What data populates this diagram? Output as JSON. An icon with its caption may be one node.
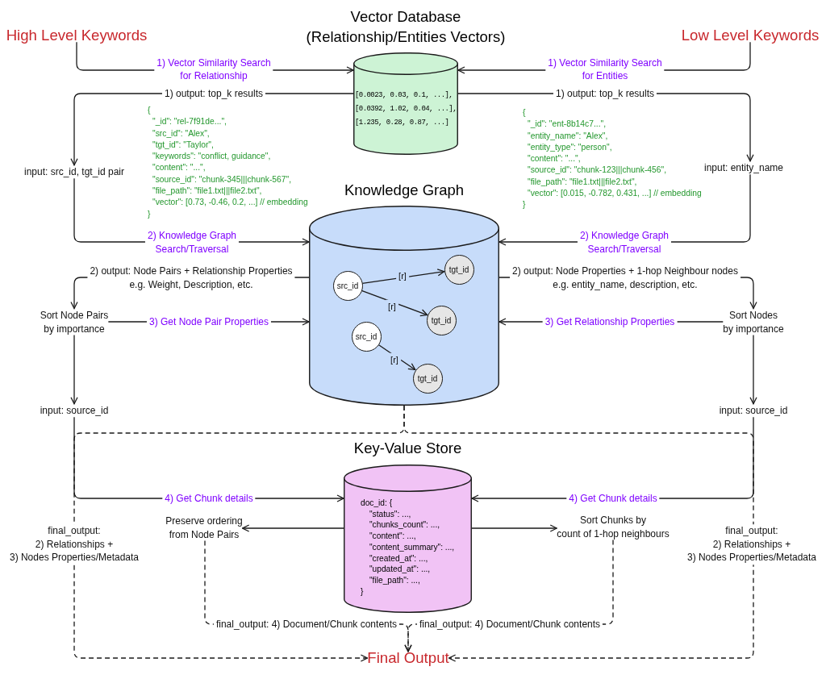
{
  "diagram": {
    "nodes": [
      {
        "text": [
          "High Level Keywords"
        ]
      },
      {
        "text": [
          "Low Level Keywords"
        ]
      },
      {
        "text": [
          "Vector Database (Relationship/Entities Vectors)",
          "[0.0023, 0.03, 0.1, ...], [0.0392, 1.02, 0.04, ...], [1.235, 0.28, 0.87, ...]"
        ]
      },
      {
        "text": [
          "input: src_id, tgt_id pair"
        ]
      },
      {
        "text": [
          "input: entity_name"
        ]
      },
      {
        "text": [
          "Knowledge Graph"
        ]
      },
      {
        "text": [
          "src_id"
        ],
        "in": 5
      },
      {
        "text": [
          "tgt_id"
        ],
        "in": 5
      },
      {
        "text": [
          "tgt_id"
        ],
        "in": 5
      },
      {
        "text": [
          "src_id"
        ],
        "in": 5
      },
      {
        "text": [
          "tgt_id"
        ],
        "in": 5
      },
      {
        "text": [
          "Sort Node Pairs by importance"
        ]
      },
      {
        "text": [
          "Sort Nodes by importance"
        ]
      },
      {
        "text": [
          "input: source_id"
        ]
      },
      {
        "text": [
          "input: source_id"
        ]
      },
      {
        "text": [
          "Key-Value Store",
          "doc_id: { \"status\": ..., \"chunks_count\": ..., \"content\": ..., \"content_summary\": ..., \"created_at\": ..., \"updated_at\": ..., \"file_path\": ..., }"
        ]
      },
      {
        "text": [
          "Preserve ordering from Node Pairs"
        ]
      },
      {
        "text": [
          "Sort Chunks by count of 1-hop neighbours"
        ]
      },
      {
        "text": [
          "Final Output"
        ]
      }
    ],
    "edges": [
      {
        "from": 0,
        "to": 2,
        "arrow": "to",
        "label": "1) Vector Similarity Search for Relationship"
      },
      {
        "from": 1,
        "to": 2,
        "arrow": "to",
        "label": "1) Vector Similarity Search for Entities"
      },
      {
        "from": 2,
        "to": 3,
        "arrow": "to",
        "label": "1) output: top_k results"
      },
      {
        "from": 2,
        "to": 4,
        "arrow": "to",
        "label": "1) output: top_k results"
      },
      {
        "from": 3,
        "to": 5,
        "arrow": "to",
        "label": "2) Knowledge Graph Search/Traversal"
      },
      {
        "from": 4,
        "to": 5,
        "arrow": "to",
        "label": "2) Knowledge Graph Search/Traversal"
      },
      {
        "from": 5,
        "to": 11,
        "arrow": "to",
        "label": "2) output: Node Pairs + Relationship Properties e.g. Weight, Description, etc."
      },
      {
        "from": 5,
        "to": 12,
        "arrow": "to",
        "label": "2) output: Node Properties + 1-hop Neighbour nodes e.g. entity_name, description, etc."
      },
      {
        "from": 11,
        "to": 5,
        "arrow": "to",
        "label": "3) Get Node Pair Properties"
      },
      {
        "from": 12,
        "to": 5,
        "arrow": "to",
        "label": "3) Get Relationship Properties"
      },
      {
        "from": 11,
        "to": 13,
        "arrow": "to"
      },
      {
        "from": 12,
        "to": 14,
        "arrow": "to"
      },
      {
        "from": 13,
        "to": 15,
        "arrow": "to",
        "label": "4) Get Chunk details"
      },
      {
        "from": 14,
        "to": 15,
        "arrow": "to",
        "label": "4) Get Chunk details"
      },
      {
        "from": 15,
        "to": 16,
        "arrow": "to"
      },
      {
        "from": 15,
        "to": 17,
        "arrow": "to"
      },
      {
        "from": 16,
        "to": 18,
        "arrow": "to",
        "label": "final_output: 4) Document/Chunk contents",
        "style": "dashed"
      },
      {
        "from": 17,
        "to": 18,
        "arrow": "to",
        "label": "final_output: 4) Document/Chunk contents",
        "style": "dashed"
      },
      {
        "from": 5,
        "to": 18,
        "arrow": "to",
        "label": "final_output: 2) Relationships + 3) Nodes Properties/Metadata",
        "style": "dashed"
      },
      {
        "from": 5,
        "to": 18,
        "arrow": "to",
        "label": "final_output: 2) Relationships + 3) Nodes Properties/Metadata",
        "style": "dashed"
      },
      {
        "from": 6,
        "to": 7,
        "arrow": "to",
        "label": "[r]"
      },
      {
        "from": 6,
        "to": 8,
        "arrow": "to",
        "label": "[r]"
      },
      {
        "from": 9,
        "to": 10,
        "arrow": "to",
        "label": "[r]"
      }
    ],
    "labels": [
      "{ \"_id\": \"rel-7f91de...\", \"src_id\": \"Alex\", \"tgt_id\": \"Taylor\", \"keywords\": \"conflict, guidance\", \"content\": \"...\", \"source_id\": \"chunk-345|||chunk-567\", \"file_path\": \"file1.txt|||file2.txt\", \"vector\": [0.73, -0.46, 0.2, ...] // embedding }",
      "{ \"_id\": \"ent-8b14c7...\", \"entity_name\": \"Alex\", \"entity_type\": \"person\", \"content\": \"...\", \"source_id\": \"chunk-123|||chunk-456\", \"file_path\": \"file1.txt|||file2.txt\", \"vector\": [0.015, -0.782, 0.431, ...] // embedding }"
    ]
  }
}
